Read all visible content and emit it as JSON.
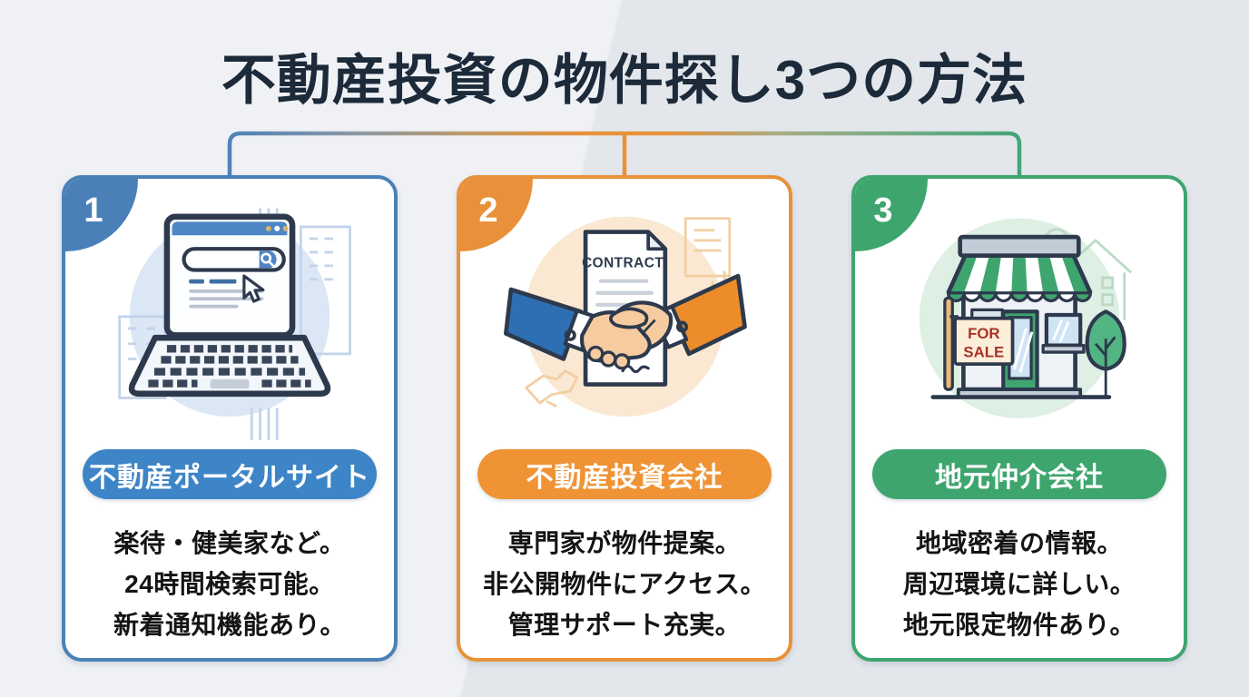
{
  "title": "不動産投資の物件探し3つの方法",
  "colors": {
    "title": "#1C2A3A",
    "background_light": "#EFF1F5",
    "background_dark": "#E3E7EC",
    "card1_accent": "#4A80B7",
    "card1_pill": "#3D85C6",
    "card2_accent": "#E8913A",
    "card2_pill": "#EF9335",
    "card3_accent": "#3FA56F",
    "card3_pill": "#3FA56F"
  },
  "cards": [
    {
      "number": "1",
      "label": "不動産ポータルサイト",
      "icon": "laptop-search-icon",
      "lines": [
        "楽待・健美家など。",
        "24時間検索可能。",
        "新着通知機能あり。"
      ]
    },
    {
      "number": "2",
      "label": "不動産投資会社",
      "icon": "handshake-contract-icon",
      "lines": [
        "専門家が物件提案。",
        "非公開物件にアクセス。",
        "管理サポート充実。"
      ]
    },
    {
      "number": "3",
      "label": "地元仲介会社",
      "icon": "storefront-for-sale-icon",
      "lines": [
        "地域密着の情報。",
        "周辺環境に詳しい。",
        "地元限定物件あり。"
      ]
    }
  ],
  "illustration_text": {
    "contract": "CONTRACT",
    "for_sale": [
      "FOR",
      "SALE"
    ]
  }
}
